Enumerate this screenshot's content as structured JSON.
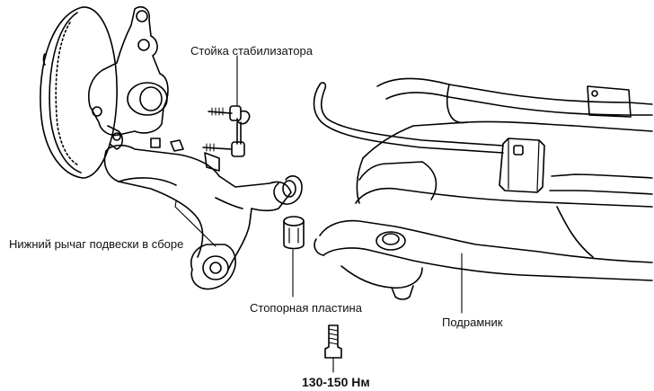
{
  "labels": {
    "stabilizer_link": "Стойка стабилизатора",
    "lower_arm": "Нижний рычаг подвески в сборе",
    "retaining_plate": "Стопорная пластина",
    "subframe": "Подрамник",
    "torque": "130-150 Нм"
  }
}
